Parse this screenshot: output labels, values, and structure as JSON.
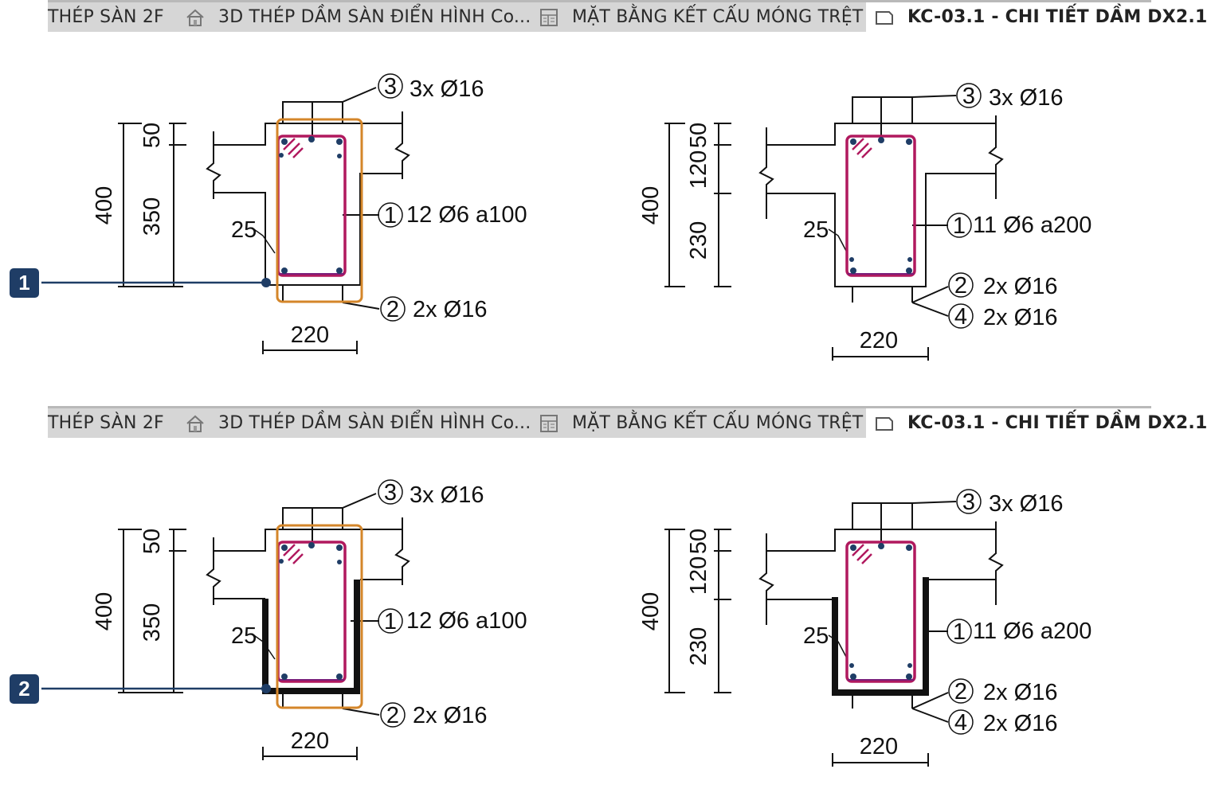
{
  "tabs": [
    {
      "label": "THÉP SÀN 2F",
      "icon": "none",
      "active": false
    },
    {
      "label": "3D THÉP DẦM SÀN ĐIỂN HÌNH Co...",
      "icon": "house-3d-icon",
      "active": false
    },
    {
      "label": "MẶT BẰNG KẾT CẤU MÓNG TRỆT",
      "icon": "floorplan-icon",
      "active": false
    },
    {
      "label": "KC-03.1 - CHI TIẾT DẦM DX2.1",
      "icon": "sheet-icon",
      "active": true
    }
  ],
  "panels": [
    {
      "marker": "1",
      "left_section": {
        "dim_total": "400",
        "dim_top": "50",
        "dim_bottom": "350",
        "dim_cover": "25",
        "dim_width": "220",
        "callout_top": {
          "num": "3",
          "text": "3x Ø16"
        },
        "callout_stirrup": {
          "num": "1",
          "text": "12 Ø6 a100"
        },
        "callout_bottom": {
          "num": "2",
          "text": "2x Ø16"
        }
      },
      "right_section": {
        "dim_total": "400",
        "dim_top": "50",
        "dim_mid": "120",
        "dim_bottom": "230",
        "dim_cover": "25",
        "dim_width": "220",
        "callout_top": {
          "num": "3",
          "text": "3x Ø16"
        },
        "callout_stirrup": {
          "num": "1",
          "text": "11 Ø6 a200"
        },
        "callout_bottom": {
          "num": "2",
          "text": "2x Ø16"
        },
        "callout_bottom2": {
          "num": "4",
          "text": "2x Ø16"
        }
      }
    },
    {
      "marker": "2",
      "left_section": {
        "dim_total": "400",
        "dim_top": "50",
        "dim_bottom": "350",
        "dim_cover": "25",
        "dim_width": "220",
        "callout_top": {
          "num": "3",
          "text": "3x Ø16"
        },
        "callout_stirrup": {
          "num": "1",
          "text": "12 Ø6 a100"
        },
        "callout_bottom": {
          "num": "2",
          "text": "2x Ø16"
        }
      },
      "right_section": {
        "dim_total": "400",
        "dim_top": "50",
        "dim_mid": "120",
        "dim_bottom": "230",
        "dim_cover": "25",
        "dim_width": "220",
        "callout_top": {
          "num": "3",
          "text": "3x Ø16"
        },
        "callout_stirrup": {
          "num": "1",
          "text": "11 Ø6 a200"
        },
        "callout_bottom": {
          "num": "2",
          "text": "2x Ø16"
        },
        "callout_bottom2": {
          "num": "4",
          "text": "2x Ø16"
        }
      }
    }
  ],
  "colors": {
    "rebar": "#b0195e",
    "highlight": "#d4862a",
    "marker": "#1f3d66",
    "bar_dot": "#1f3d66"
  }
}
